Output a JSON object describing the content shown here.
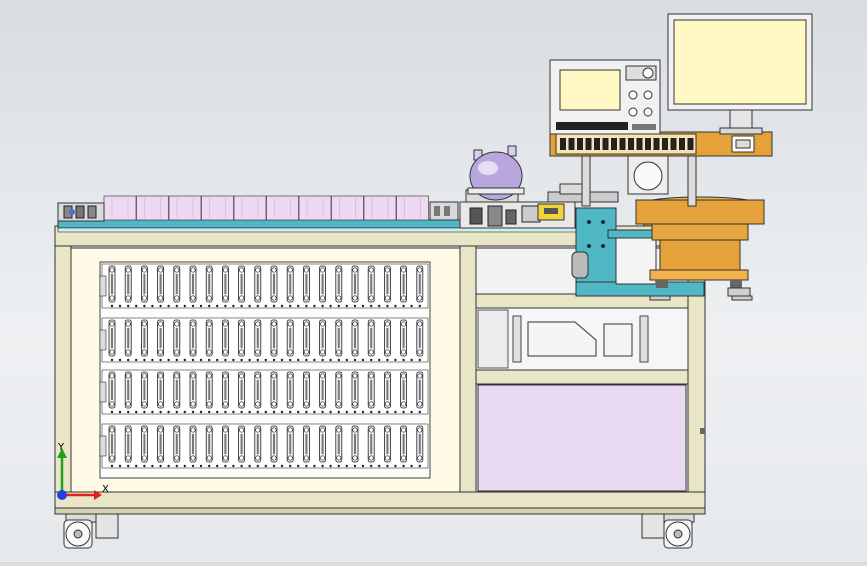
{
  "viewport": {
    "axis_x_label": "X",
    "axis_y_label": "Y",
    "axis_x_color": "#e02020",
    "axis_y_color": "#20a020",
    "axis_z_color": "#2040e0"
  },
  "machine": {
    "frame_color": "#e9e6c8",
    "panel_color": "#fffbe6",
    "light_panel_color": "#f2f2f2",
    "drawer_color": "#ead9f2",
    "turquoise_color": "#4fb8c4",
    "bowl_color": "#e5a23a",
    "monitor_screen_color": "#fff8c2",
    "conveyor_cap_color": "#eed8f2",
    "sphere_color": "#b9a6de",
    "fixture_rows": 4,
    "fixtures_per_row": 20
  }
}
